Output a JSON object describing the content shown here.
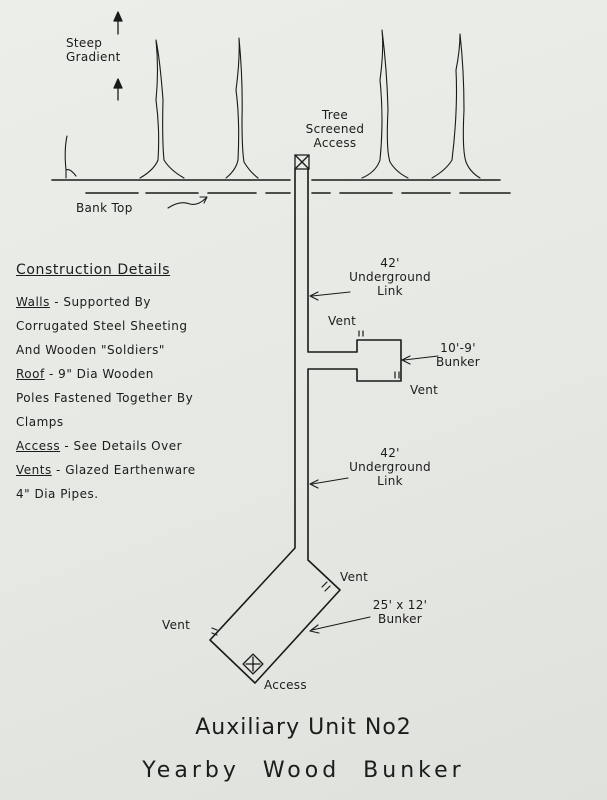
{
  "labels": {
    "steep_gradient": [
      "Steep",
      "Gradient"
    ],
    "tree_access": [
      "Tree",
      "Screened",
      "Access"
    ],
    "bank_top": "Bank Top",
    "link_upper": [
      "42'",
      "Underground",
      "Link"
    ],
    "link_lower": [
      "42'",
      "Underground",
      "Link"
    ],
    "bunker_small": [
      "10'-9'",
      "Bunker"
    ],
    "bunker_large": [
      "25' x 12'",
      "Bunker"
    ],
    "vent_upper_top": "Vent",
    "vent_upper_side": "Vent",
    "vent_large_right": "Vent",
    "vent_large_left": "Vent",
    "access_bottom": "Access"
  },
  "construction": {
    "heading": "Construction Details",
    "items": [
      {
        "key": "Walls",
        "lines": [
          " - Supported By",
          "Corrugated Steel Sheeting",
          "And Wooden \"Soldiers\""
        ]
      },
      {
        "key": "Roof",
        "lines": [
          " - 9\" Dia Wooden",
          "Poles Fastened Together By",
          "Clamps"
        ]
      },
      {
        "key": "Access",
        "lines": [
          " - See Details Over"
        ]
      },
      {
        "key": "Vents",
        "lines": [
          " - Glazed Earthenware",
          "4\" Dia Pipes."
        ]
      }
    ]
  },
  "title": {
    "line1": "Auxiliary Unit No2",
    "line2": "Yearby Wood Bunker"
  }
}
